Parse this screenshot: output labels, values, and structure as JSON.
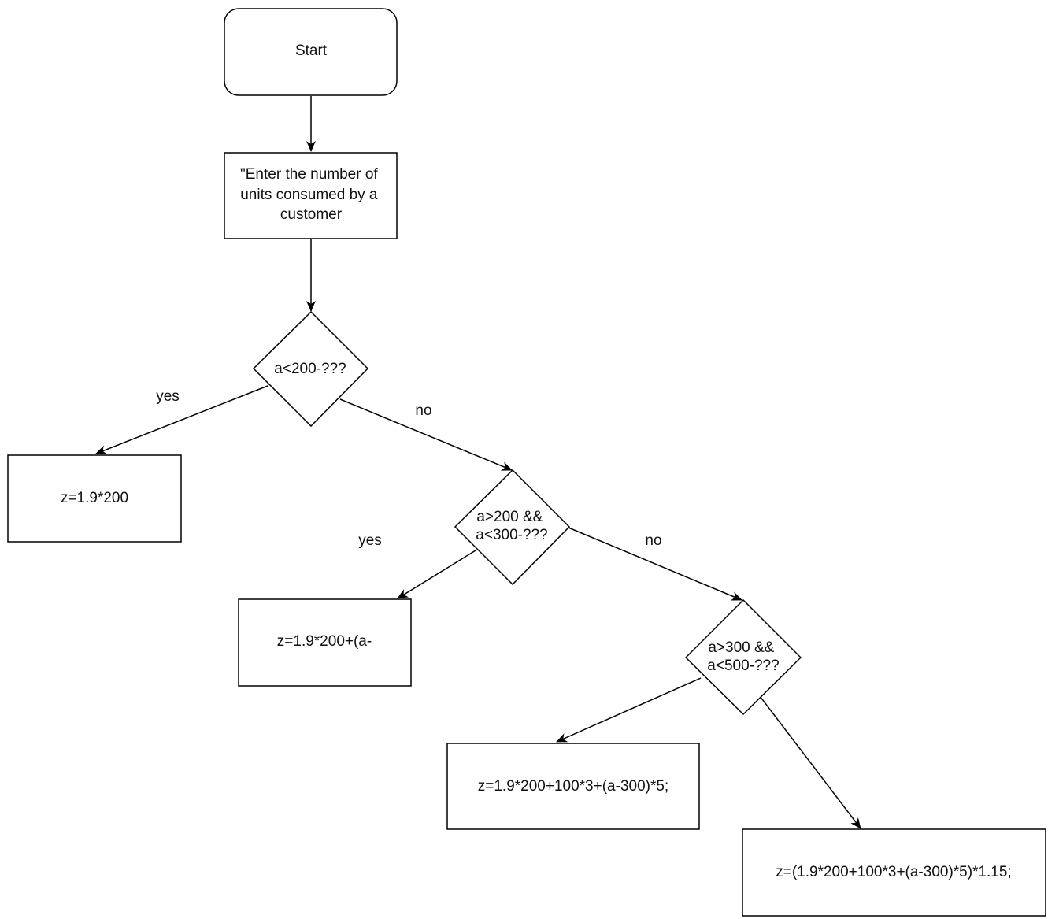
{
  "nodes": {
    "start": {
      "label": "Start"
    },
    "input": {
      "lines": [
        "\"Enter the number of",
        "units consumed by a",
        "customer"
      ]
    },
    "decision1": {
      "lines": [
        "a<200-???"
      ]
    },
    "process1": {
      "label": "z=1.9*200"
    },
    "decision2": {
      "lines": [
        "a>200 &&",
        "a<300-???"
      ]
    },
    "process2": {
      "label": "z=1.9*200+(a-"
    },
    "decision3": {
      "lines": [
        "a>300 &&",
        "a<500-???"
      ]
    },
    "process3": {
      "label": "z=1.9*200+100*3+(a-300)*5;"
    },
    "process4": {
      "label": "z=(1.9*200+100*3+(a-300)*5)*1.15;"
    }
  },
  "edges": {
    "d1_yes": "yes",
    "d1_no": "no",
    "d2_yes": "yes",
    "d2_no": "no"
  }
}
